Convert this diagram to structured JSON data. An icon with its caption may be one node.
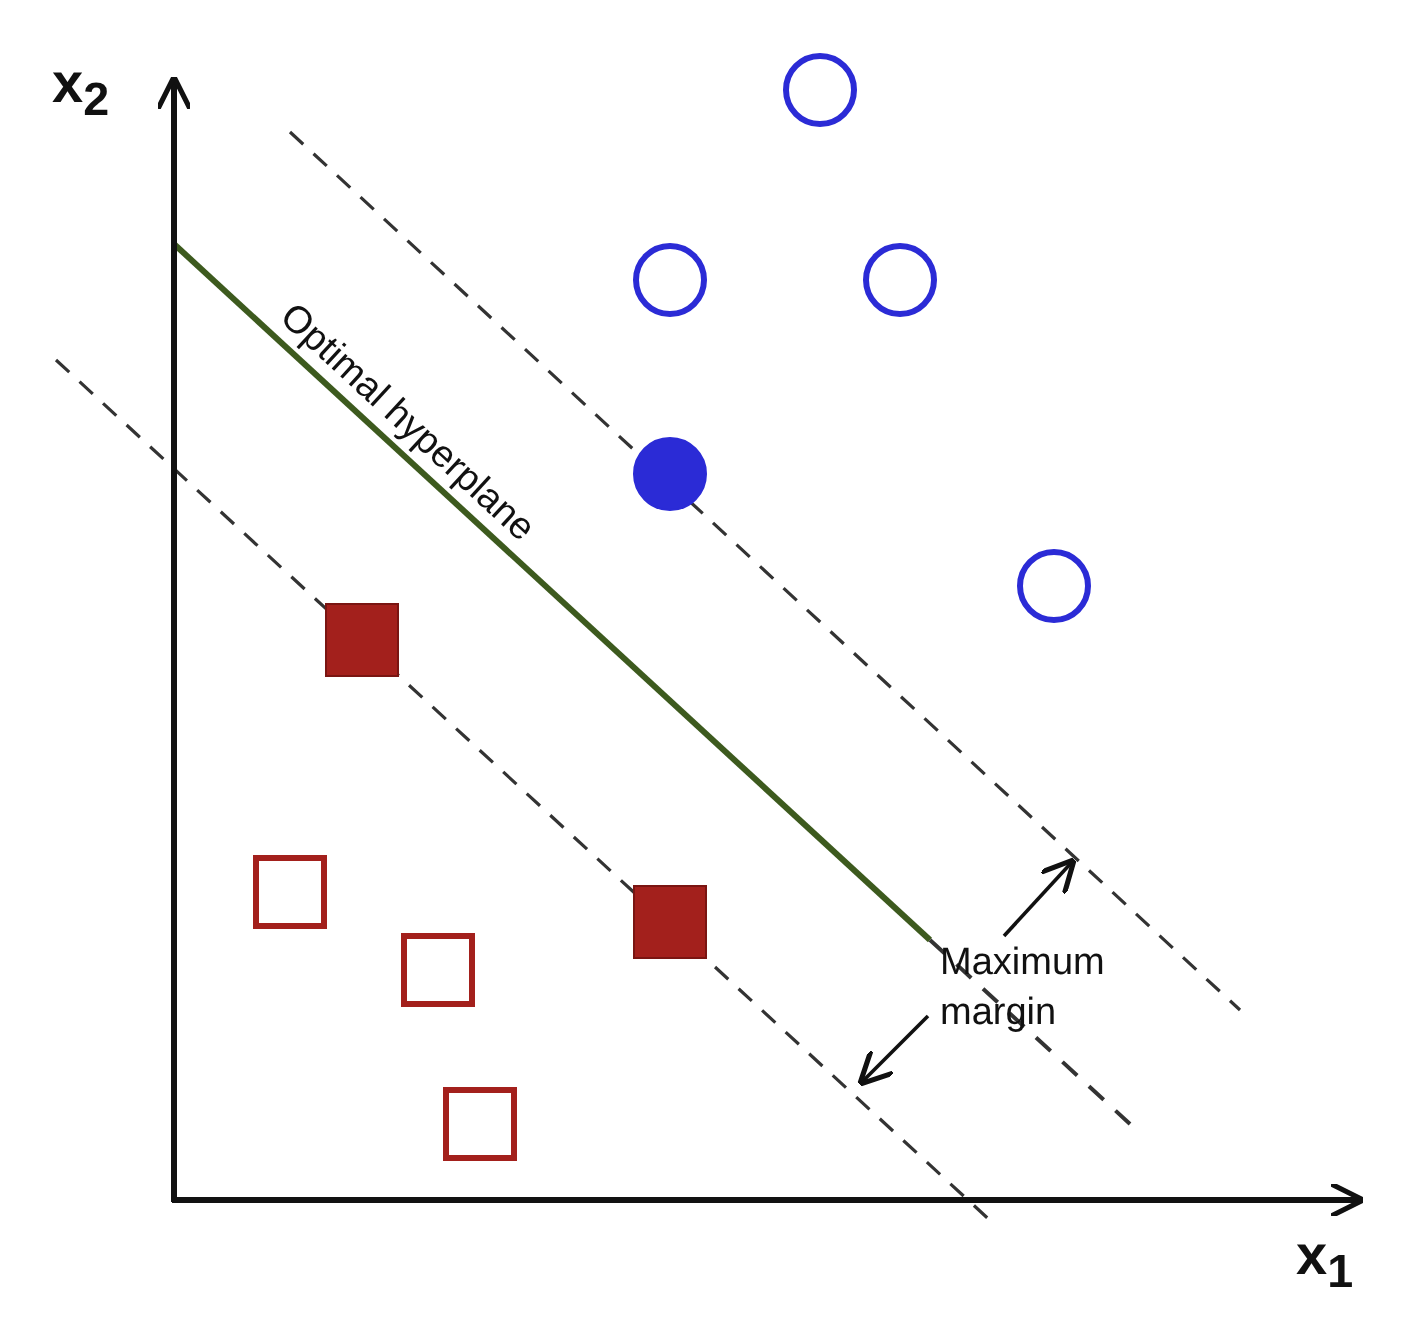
{
  "diagram": {
    "labels": [
      "x$_{2}$",
      "Optimal hyperplane",
      "Maximum margin",
      "x$_{1}$"
    ]
  }
}
